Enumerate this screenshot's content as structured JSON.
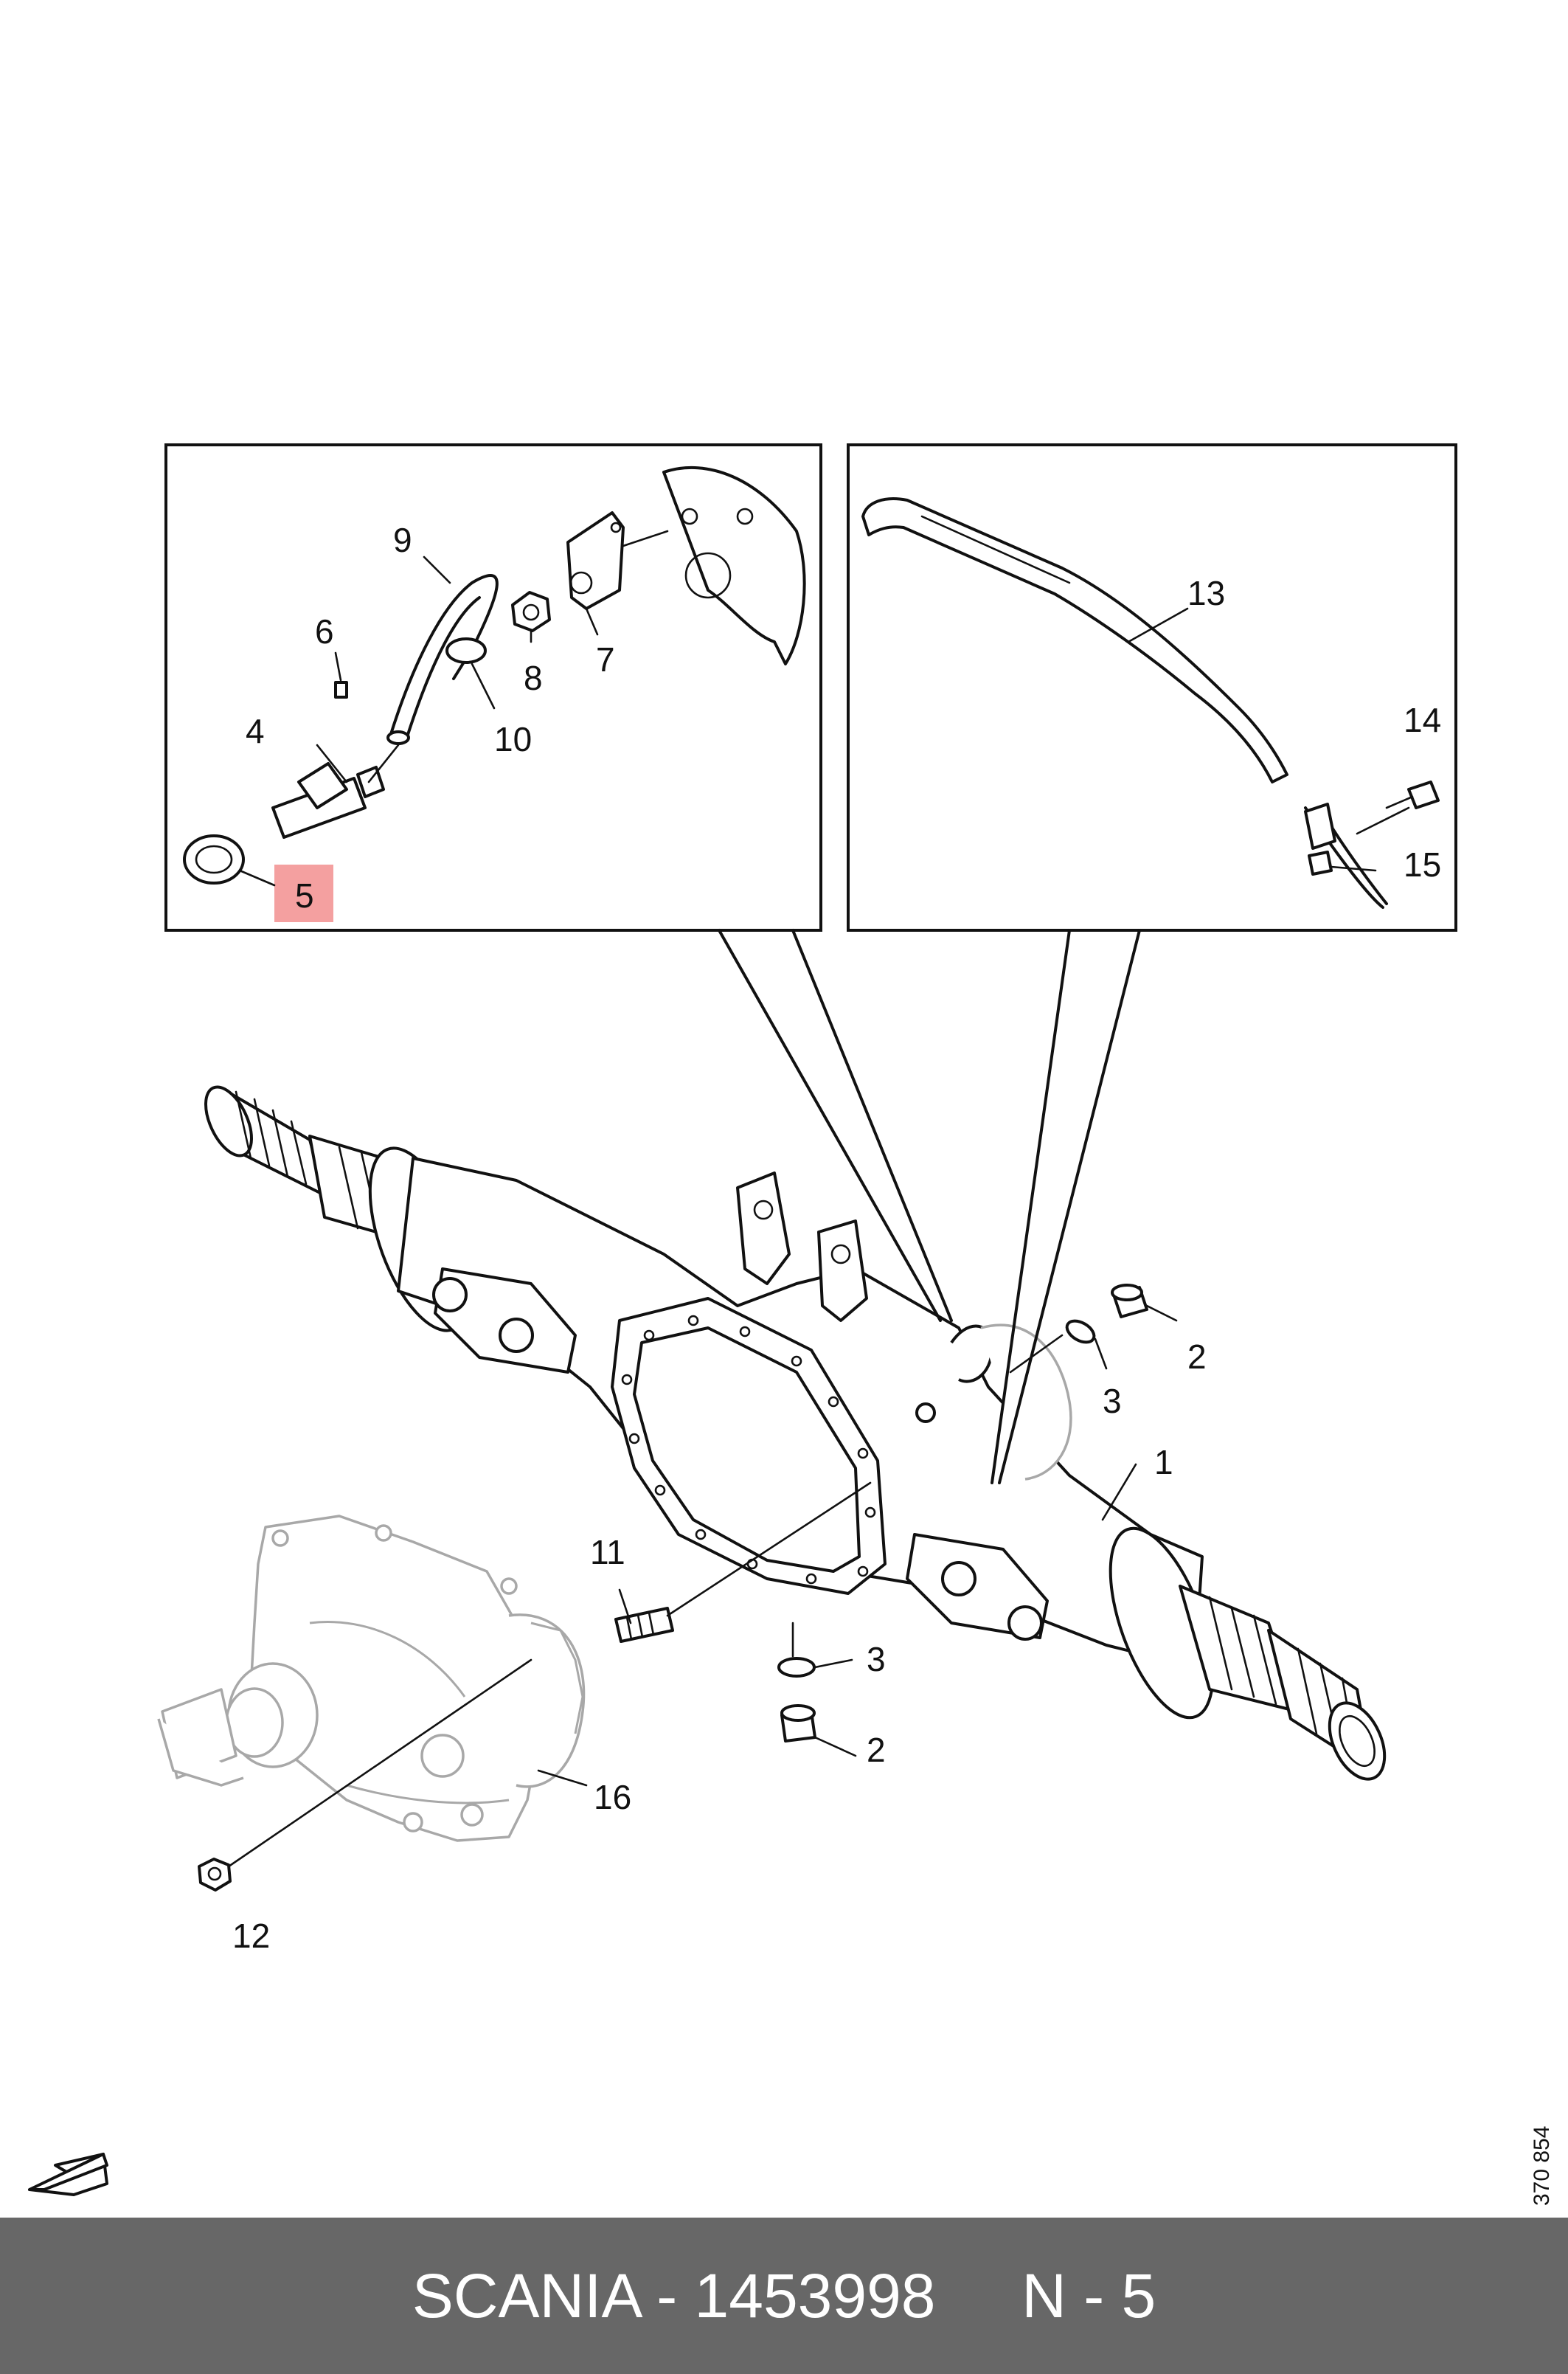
{
  "diagram": {
    "callouts": {
      "c1": "1",
      "c2a": "2",
      "c2b": "2",
      "c3a": "3",
      "c3b": "3",
      "c4": "4",
      "c5": "5",
      "c6": "6",
      "c7": "7",
      "c8": "8",
      "c9": "9",
      "c10": "10",
      "c11": "11",
      "c12": "12",
      "c13": "13",
      "c14": "14",
      "c15": "15",
      "c16": "16"
    },
    "highlight_color": "#f4a0a0",
    "drawing_number": "370 854",
    "direction_icon": "arrow-down-left-icon"
  },
  "footer": {
    "text": "SCANIA - 1453998     N - 5",
    "background": "#676767"
  }
}
